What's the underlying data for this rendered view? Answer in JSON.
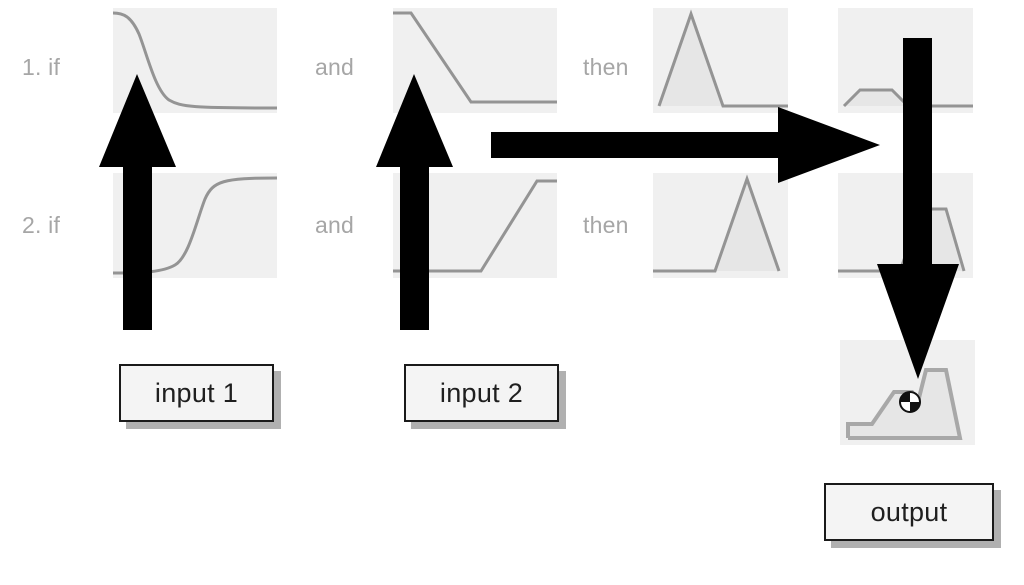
{
  "diagram": {
    "title": "Fuzzy inference rule diagram",
    "colors": {
      "plot_background": "#f0f0f0",
      "curve": "#949494",
      "aggregate_curve": "#a8a8a8",
      "label_text": "#a6a6a6",
      "box_text": "#1f1f1f",
      "box_border": "#1a1a1a",
      "box_fill": "#f4f4f4",
      "box_shadow": "#b0b0b0",
      "arrow": "#000000"
    }
  },
  "rules": [
    {
      "index": "1",
      "if_label": "1. if",
      "and_label": "and",
      "then_label": "then"
    },
    {
      "index": "2",
      "if_label": "2. if",
      "and_label": "and",
      "then_label": "then"
    }
  ],
  "boxes": {
    "input1": "input 1",
    "input2": "input 2",
    "output": "output"
  },
  "arrows": {
    "input1_arrow": "up-arrow",
    "input2_arrow": "up-arrow",
    "implication_arrow": "right-arrow",
    "defuzzify_arrow": "down-arrow"
  },
  "chart_data": {
    "type": "line",
    "title": "Fuzzy inference: two rules, two antecedents, one consequent",
    "grid": false,
    "legend": false,
    "xlim": [
      0,
      100
    ],
    "ylim": [
      0,
      100
    ],
    "plots": [
      {
        "id": "r1-antecedent-1",
        "row": 1,
        "column": 1,
        "variable": "input 1",
        "shape": "z-shaped sigmoid (decreasing)",
        "x": [
          0,
          8,
          16,
          24,
          32,
          40,
          48,
          56,
          64,
          72,
          80,
          90,
          100
        ],
        "y": [
          95,
          94,
          90,
          80,
          62,
          40,
          22,
          12,
          7,
          5,
          5,
          5,
          5
        ],
        "filled": false
      },
      {
        "id": "r1-antecedent-2",
        "row": 1,
        "column": 2,
        "variable": "input 2",
        "shape": "decreasing ramp / trapezoid right-open",
        "x": [
          0,
          10,
          48,
          100
        ],
        "y": [
          95,
          95,
          5,
          5
        ],
        "filled": false
      },
      {
        "id": "r1-consequent",
        "row": 1,
        "column": 3,
        "variable": "output",
        "shape": "triangle (left)",
        "x": [
          0,
          4,
          28,
          52,
          100
        ],
        "y": [
          5,
          5,
          95,
          5,
          5
        ],
        "filled": true
      },
      {
        "id": "r1-clipped",
        "row": 1,
        "column": 4,
        "variable": "output",
        "shape": "clipped triangle (alpha-cut trapezoid, left)",
        "clip_level": 42,
        "x": [
          0,
          4,
          16,
          40,
          52,
          100
        ],
        "y": [
          5,
          5,
          42,
          42,
          5,
          5
        ],
        "filled": true
      },
      {
        "id": "r2-antecedent-1",
        "row": 2,
        "column": 1,
        "variable": "input 1",
        "shape": "s-shaped sigmoid (increasing)",
        "x": [
          0,
          10,
          20,
          30,
          38,
          46,
          54,
          62,
          70,
          80,
          90,
          100
        ],
        "y": [
          5,
          5,
          5,
          7,
          12,
          24,
          44,
          66,
          82,
          91,
          94,
          95
        ],
        "filled": false
      },
      {
        "id": "r2-antecedent-2",
        "row": 2,
        "column": 2,
        "variable": "input 2",
        "shape": "increasing ramp / trapezoid left-open",
        "x": [
          0,
          54,
          88,
          100
        ],
        "y": [
          5,
          5,
          95,
          95
        ],
        "filled": false
      },
      {
        "id": "r2-consequent",
        "row": 2,
        "column": 3,
        "variable": "output",
        "shape": "triangle (right)",
        "x": [
          0,
          44,
          68,
          92,
          100
        ],
        "y": [
          5,
          5,
          95,
          5,
          5
        ],
        "filled": true
      },
      {
        "id": "r2-clipped",
        "row": 2,
        "column": 4,
        "variable": "output",
        "shape": "clipped triangle (alpha-cut trapezoid, right)",
        "clip_level": 72,
        "x": [
          0,
          44,
          58,
          78,
          92,
          100
        ],
        "y": [
          5,
          5,
          72,
          72,
          5,
          5
        ],
        "filled": true
      },
      {
        "id": "aggregate-output",
        "row": 3,
        "column": 4,
        "variable": "output",
        "shape": "aggregated fuzzy set (max of both clipped sets) with centroid marker",
        "x": [
          0,
          6,
          30,
          42,
          58,
          66,
          72,
          86,
          96
        ],
        "y": [
          5,
          5,
          32,
          32,
          62,
          40,
          88,
          88,
          5
        ],
        "filled": true,
        "centroid": {
          "x": 52,
          "y": 36,
          "marker": "centroid-marker"
        }
      }
    ]
  }
}
